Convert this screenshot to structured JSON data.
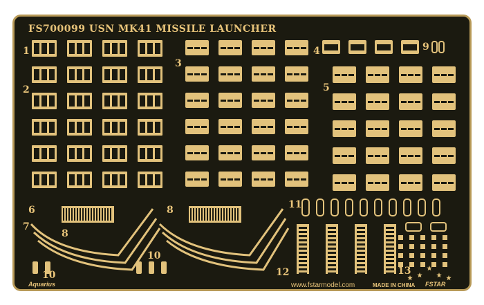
{
  "fret": {
    "title": "FS700099 USN MK41 MISSILE LAUNCHER",
    "website": "www.fstarmodel.com",
    "made_in": "MADE IN CHINA",
    "brand": "FSTAR",
    "maker": "Aquarius",
    "part_numbers": [
      "1",
      "2",
      "3",
      "4",
      "5",
      "6",
      "7",
      "8",
      "9",
      "10",
      "11",
      "12",
      "13",
      "8",
      "10"
    ],
    "colors": {
      "brass": "#e2c27c",
      "background": "#1b1a10",
      "frame": "#b89a58"
    }
  }
}
